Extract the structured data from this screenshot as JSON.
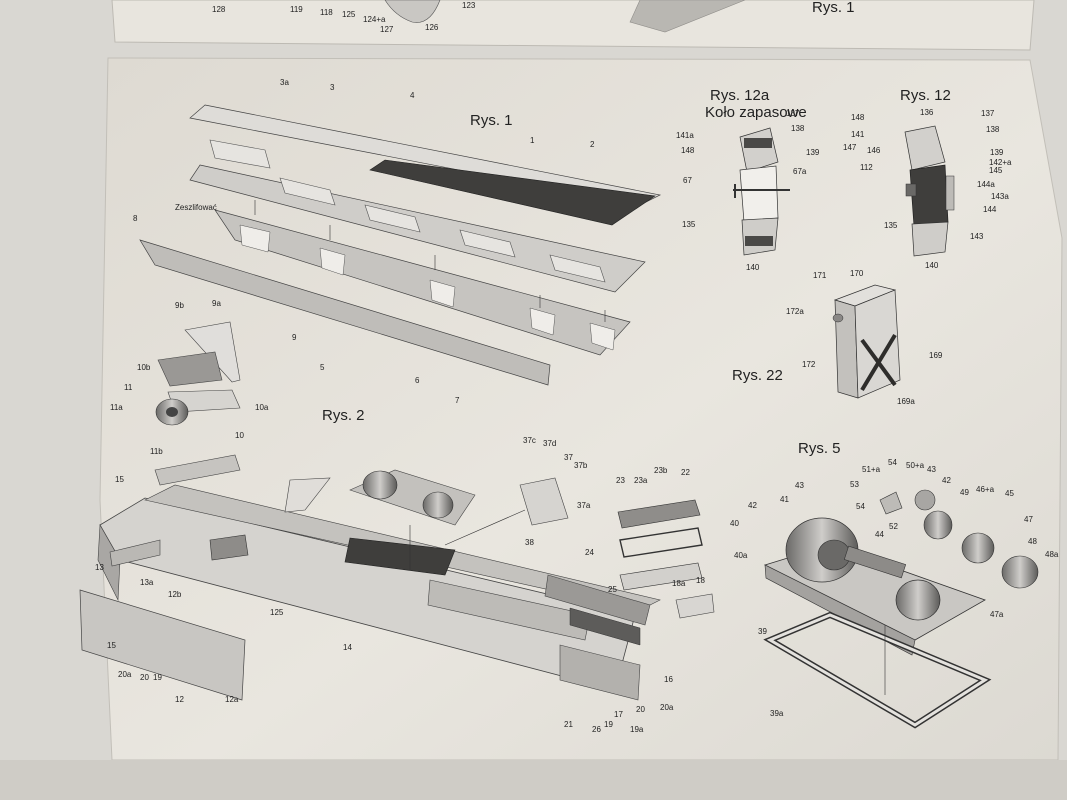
{
  "top_sheet": {
    "labels": [
      "Rys. 1",
      "128",
      "119",
      "118",
      "125",
      "124+a",
      "127",
      "126",
      "123"
    ]
  },
  "figures": {
    "rys1": {
      "title": "Rys. 1",
      "labels": [
        "3a",
        "3",
        "4",
        "1",
        "2",
        "8",
        "Zeszlifować",
        "9b",
        "9a",
        "9",
        "10b",
        "11",
        "11a",
        "10a",
        "10",
        "11b",
        "5",
        "6",
        "7"
      ]
    },
    "rys2": {
      "title": "Rys. 2",
      "labels": [
        "15",
        "13",
        "13a",
        "12b",
        "15",
        "20a",
        "20",
        "19",
        "12",
        "12a",
        "125",
        "14",
        "37c",
        "37d",
        "37",
        "37b",
        "37a",
        "38",
        "23",
        "23a",
        "23b",
        "22",
        "24",
        "25",
        "18a",
        "18",
        "16",
        "20a",
        "20",
        "17",
        "19",
        "19a",
        "26",
        "21"
      ]
    },
    "rys12a": {
      "title": "Rys. 12a",
      "subtitle": "Koło zapasowe",
      "labels": [
        "148",
        "137",
        "141a",
        "138",
        "139",
        "67",
        "67a",
        "135",
        "140"
      ]
    },
    "rys12": {
      "title": "Rys. 12",
      "labels": [
        "148",
        "136",
        "137",
        "141",
        "138",
        "147",
        "146",
        "139",
        "142+a",
        "112",
        "145",
        "144a",
        "143a",
        "144",
        "135",
        "143",
        "140"
      ]
    },
    "rys22": {
      "title": "Rys. 22",
      "labels": [
        "171",
        "170",
        "172a",
        "172",
        "169",
        "169a"
      ]
    },
    "rys5": {
      "title": "Rys. 5",
      "labels": [
        "51+a",
        "54",
        "50+a",
        "43",
        "53",
        "42",
        "43",
        "54",
        "52",
        "49",
        "46+a",
        "45",
        "42",
        "41",
        "44",
        "47",
        "40",
        "48",
        "40a",
        "48a",
        "47a",
        "39",
        "39a"
      ]
    }
  },
  "colors": {
    "background": "#d9d7d2",
    "paper": "#ece9e2",
    "part_light": "#d8d6d2",
    "part_mid": "#b5b3b0",
    "part_dark": "#4a4947",
    "ink": "#222222"
  }
}
